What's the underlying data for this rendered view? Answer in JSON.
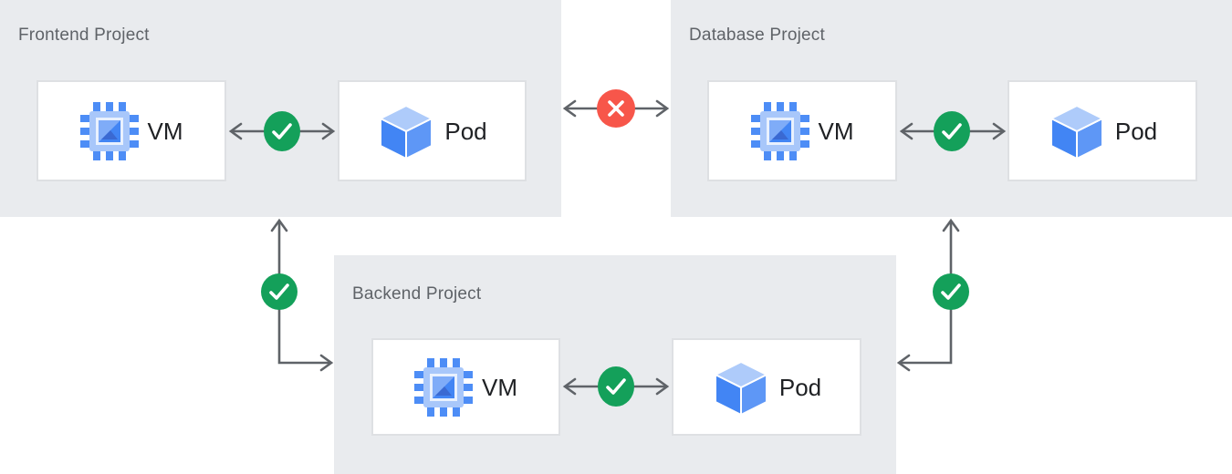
{
  "diagram": {
    "projects": [
      {
        "title": "Frontend Project",
        "nodes": [
          {
            "label": "VM",
            "icon": "compute-engine-vm-icon"
          },
          {
            "label": "Pod",
            "icon": "pod-cube-icon"
          }
        ]
      },
      {
        "title": "Database Project",
        "nodes": [
          {
            "label": "VM",
            "icon": "compute-engine-vm-icon"
          },
          {
            "label": "Pod",
            "icon": "pod-cube-icon"
          }
        ]
      },
      {
        "title": "Backend Project",
        "nodes": [
          {
            "label": "VM",
            "icon": "compute-engine-vm-icon"
          },
          {
            "label": "Pod",
            "icon": "pod-cube-icon"
          }
        ]
      }
    ],
    "connections": [
      {
        "from": "Frontend Project VM",
        "to": "Frontend Project Pod",
        "status": "allowed",
        "icon": "check-icon"
      },
      {
        "from": "Frontend Project Pod",
        "to": "Database Project VM",
        "status": "blocked",
        "icon": "x-icon"
      },
      {
        "from": "Database Project VM",
        "to": "Database Project Pod",
        "status": "allowed",
        "icon": "check-icon"
      },
      {
        "from": "Backend Project VM",
        "to": "Backend Project Pod",
        "status": "allowed",
        "icon": "check-icon"
      },
      {
        "from": "Frontend Project",
        "to": "Backend Project",
        "status": "allowed",
        "icon": "check-icon"
      },
      {
        "from": "Database Project",
        "to": "Backend Project",
        "status": "allowed",
        "icon": "check-icon"
      }
    ],
    "colors": {
      "allowed_green": "#14A05A",
      "blocked_red": "#F7564A",
      "arrow_gray": "#5F6368",
      "panel_background": "#E9EBEE",
      "node_background": "#FFFFFF",
      "node_border": "#DEE0E3",
      "title_text": "#5F6368",
      "label_text": "#1F2124"
    }
  }
}
